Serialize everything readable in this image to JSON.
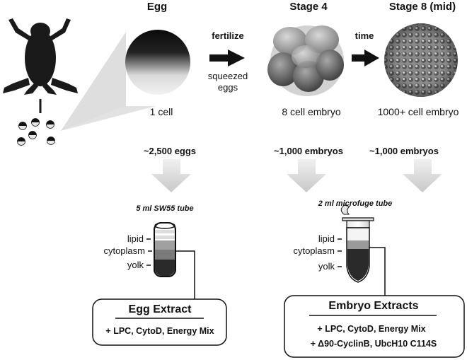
{
  "stages": {
    "egg": {
      "title": "Egg",
      "caption": "1 cell"
    },
    "stage4": {
      "title": "Stage 4",
      "caption": "8 cell embryo"
    },
    "stage8": {
      "title": "Stage 8 (mid)",
      "caption": "1000+ cell embryo"
    }
  },
  "arrows": {
    "fertilize_label": "fertilize",
    "squeezed_label": "squeezed\neggs",
    "time_label": "time"
  },
  "counts": {
    "eggs": "~2,500 eggs",
    "embryos_stage4": "~1,000 embryos",
    "embryos_stage8": "~1,000 embryos"
  },
  "egg_tube": {
    "name": "5 ml SW55 tube",
    "layers": {
      "lipid": "lipid",
      "cytoplasm": "cytoplasm",
      "yolk": "yolk"
    }
  },
  "embryo_tube": {
    "name": "2 ml microfuge tube",
    "layers": {
      "lipid": "lipid",
      "cytoplasm": "cytoplasm",
      "yolk": "yolk"
    }
  },
  "egg_extract": {
    "title": "Egg Extract",
    "additives": "+ LPC, CytoD, Energy Mix"
  },
  "embryo_extracts": {
    "title": "Embryo Extracts",
    "additives_1": "+ LPC, CytoD, Energy Mix",
    "additives_2": "+ Δ90-CyclinB, UbcH10 C114S"
  }
}
